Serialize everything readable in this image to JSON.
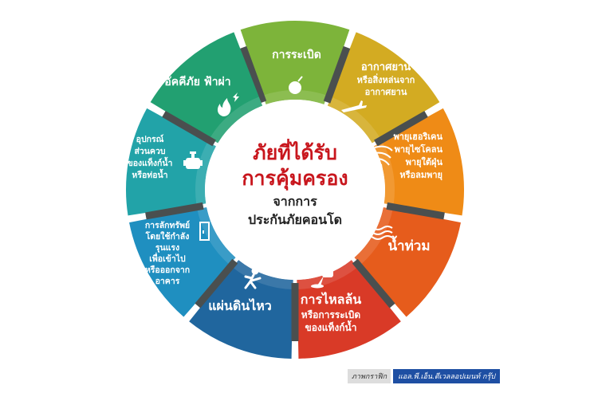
{
  "title": {
    "line1": "ภัยที่ได้รับ",
    "line2": "การคุ้มครอง",
    "line3": "จากการ",
    "line4": "ประกันภัยคอนโด"
  },
  "colors": {
    "title_red": "#c8161d",
    "separator": "#4a4f4f"
  },
  "segments": [
    {
      "lines": [
        "การระเบิด"
      ],
      "icon": "bomb-icon",
      "color": "#7db43a"
    },
    {
      "lines": [
        "อากาศยาน",
        "หรือสิ่งหล่นจาก",
        "อากาศยาน"
      ],
      "icon": "airplane-icon",
      "color": "#d3ab22"
    },
    {
      "lines": [
        "พายุเฮอริเคน",
        "พายุไซโคลน",
        "พายุใต้ฝุ่น",
        "หรือลมพายุ"
      ],
      "icon": "storm-icon",
      "color": "#ef8b16"
    },
    {
      "lines": [
        "น้ำท่วม"
      ],
      "icon": "flood-waves-icon",
      "color": "#e65c1c"
    },
    {
      "lines": [
        "การไหลล้น",
        "หรือการระเบิด",
        "ของแท็งก์น้ำ"
      ],
      "icon": "spill-tank-icon",
      "color": "#d93a27"
    },
    {
      "lines": [
        "แผ่นดินไหว"
      ],
      "icon": "earthquake-falling-person-icon",
      "color": "#20669e"
    },
    {
      "lines": [
        "การลักทรัพย์",
        "โดยใช้กำลัง",
        "รุนแรง",
        "เพื่อเข้าไป",
        "หรือออกจาก",
        "อาคาร"
      ],
      "icon": "door-icon",
      "color": "#1f8fc0"
    },
    {
      "lines": [
        "อุปกรณ์",
        "ส่วนควบ",
        "ของแท็งก์น้ำ",
        "หรือท่อน้ำ"
      ],
      "icon": "valve-icon",
      "color": "#22a3a8"
    },
    {
      "lines": [
        "อัคคีภัย ฟ้าผ่า"
      ],
      "icon": "fire-lightning-icon",
      "color": "#22a071"
    }
  ],
  "credit": {
    "label": "ภาพกราฟิก",
    "source": "แอล.พี.เอ็น.ดีเวลลอปเมนท์ กรุ๊ป"
  }
}
